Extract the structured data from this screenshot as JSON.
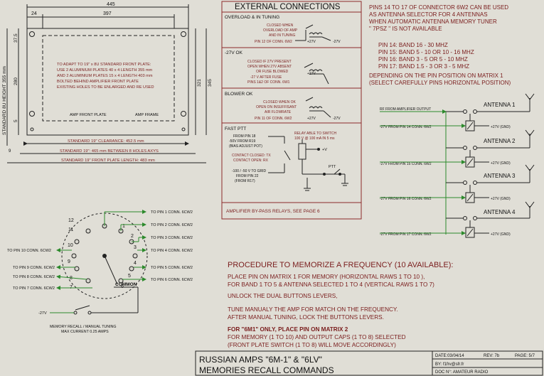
{
  "header": {
    "title": "EXTERNAL CONNECTIONS",
    "pins_note": [
      "PINS 14 TO 17 OF CONNECTOR 6W2 CAN BE USED",
      "AS ANTENNA SELECTOR FOR 4  ANTENNAS",
      "WHEN AUTOMATIC ANTENNA MEMORY TUNER",
      "\" 7PSZ \" IS NOT AVAILABLE"
    ]
  },
  "bands": [
    "PIN 14: BAND 16 - 30 MHZ",
    "PIN 15: BAND 5 - 10 OR 10 - 16 MHZ",
    "PIN 16: BAND 3 - 5 OR 5 - 10 MHZ",
    "PIN 17: BAND 1.5 - 3 OR 3 - 5 MHZ"
  ],
  "matrix_note": [
    "DEPENDING ON THE PIN POSITION ON MATRIX 1",
    "(SELECT CAREFULLY PINS HORIZONTAL POSITION)"
  ],
  "plate": {
    "dims": {
      "w445": "445",
      "w397": "397",
      "w24": "24",
      "h375": "37.5",
      "h280": "280",
      "h321": "321",
      "h345": "345",
      "h5": "5",
      "h9": "9"
    },
    "side_label": "STANDARD 8U HEIGHT 355 mm",
    "note": [
      "TO ADAPT TO 19\" x 8U STANDARD FRONT PLATE:",
      "USE 2 ALUMINIUM PLATES 40 x 4 LENGTH 355 mm",
      "AND 2 ALUMINIUM PLATES 15 x 4 LENGTH 403 mm",
      "BOLTED BEHIND AMPLIFIER FRONT PLATE",
      "EXISTING HOLES TO BE ENLARGED AND RE USED"
    ],
    "front_label": "AMP FRONT PLATE",
    "frame_label": "AMP FRAME",
    "std1": "STANDARD 19\" CLEARANCE: 452.5 mm",
    "std2": "STANDARD 19\": 465 mm BETWEEN 8 HOLES AXYS",
    "std3": "STANDARD 19\" FRONT PLATE LENGTH: 483 mm"
  },
  "sections": {
    "overload": {
      "title": "OVERLOAD & IN TUNING",
      "desc": [
        "CLOSED WHEN",
        "OVERLOAD OF AMP",
        "AND IN TUNING"
      ],
      "pin": "PIN 12 OF CONN. 6W2",
      "v1": "+27V",
      "v2": "-27V"
    },
    "ok": {
      "title": "-27V OK",
      "desc": [
        "CLOSED IF 27V PRESENT",
        "OPEN WHEN 27V ABSENT",
        "OR FUSE BLOWED"
      ],
      "v1": "-27 V AFTER FUSE",
      "pin": "PINS 1&2 OF CONN. 6W1",
      "v2": "+27V"
    },
    "blower": {
      "title": "BLOWER OK",
      "desc": [
        "CLOSED WHEN OK",
        "OPEN ON INSUFFISANT",
        "AIR FLOWRATE"
      ],
      "pin": "PIN 11 OF CONN. 6W2",
      "v1": "+27V",
      "v2": "-27V"
    },
    "ptt": {
      "title": "FAST PTT",
      "l1": [
        "FROM PIN 18",
        "-50V FROM R19",
        "(BIAS ADJUST POT)"
      ],
      "relay": [
        "RELAY ABLE TO SWITCH",
        "100 V @ 100 mA IN 5 ms"
      ],
      "contact": [
        "CONTACT CLOSED: TX",
        "CONTACT OPEN: RX"
      ],
      "grid": [
        "-100 / -50 V TO GRID",
        "FROM PIN 22",
        "(FROM R17)"
      ],
      "pv": "+V",
      "pttlab": "PTT"
    },
    "bypass": "AMPLIFIER BY-PASS RELAYS, SEE PAGE 6"
  },
  "antennas": {
    "rf": "RF FROM AMPLIFIER OUTPUT",
    "rows": [
      {
        "label": "ANTENNA 1",
        "pin": "-27V FROM PIN 14 CONN. 6W2"
      },
      {
        "label": "ANTENNA 2",
        "pin": "-27V FROM PIN 15 CONN. 6W2"
      },
      {
        "label": "ANTENNA 3",
        "pin": "-27V FROM PIN 16 CONN. 6W2"
      },
      {
        "label": "ANTENNA 4",
        "pin": "-27V FROM PIN 17 CONN. 6W2"
      }
    ],
    "gnd": "+27V (GND)"
  },
  "connector": {
    "pins_right": [
      "TO PIN 1 CONN. 6CW2",
      "TO PIN 2 CONN. 6CW2",
      "TO PIN 3 CONN. 6CW2",
      "TO PIN 4 CONN. 6CW2",
      "TO PIN 5 CONN. 6CW2",
      "TO PIN 6 CONN. 6CW2"
    ],
    "pins_left": [
      "TO PIN 10 CONN. 6CW2",
      "TO PIN 9 CONN. 6CW2",
      "TO PIN 8 CONN. 6CW2",
      "TO PIN 7 CONN. 6CW2"
    ],
    "nums": [
      "1",
      "2",
      "3",
      "4",
      "5",
      "6",
      "7",
      "8",
      "9",
      "10",
      "11",
      "12"
    ],
    "common": "COMMON",
    "v": "-27V",
    "caption": [
      "MEMORY RECALL / MANUAL TUNING",
      "MAX CURRENT 0.25 AMPS"
    ]
  },
  "procedure": {
    "title": "PROCEDURE TO MEMORIZE A FREQUENCY (10 AVAILABLE):",
    "p1": [
      "PLACE PIN ON MATRIX 1 FOR MEMORY (HORIZONTAL RAWS 1 TO 10 ),",
      "FOR BAND 1 TO 5 & ANTENNA SELECTED 1 TO 4 (VERTICAL RAWS 1 TO 7)"
    ],
    "p2": "UNLOCK THE DUAL BUTTONS LEVERS,",
    "p3": [
      "TUNE MANUALY THE AMP FOR MATCH ON THE FREQUENCY.",
      "AFTER MANUAL TUNING, LOCK THE BUTTONS LEVERS."
    ],
    "p4": "FOR \"6M1\" ONLY, PLACE PIN ON MATRIX 2",
    "p5": [
      "FOR MEMORY (1 TO 10) AND OUTPUT CAPS (1 TO 8) SELECTED",
      "(FRONT PLATE SWITCH (1 TO 8) WILL MOVE ACCORDINGLY)"
    ]
  },
  "titleblock": {
    "title1": "RUSSIAN AMPS \"6M-1\" & \"6LV\"",
    "title2": "MEMORIES RECALL COMMANDS",
    "date": "DATE:03/04/14",
    "rev": "REV: 7b",
    "page": "PAGE:  5/7",
    "by": "BY: f1frv@sfr.fr",
    "doc": "DOC N°: AMATEUR RADIO"
  }
}
